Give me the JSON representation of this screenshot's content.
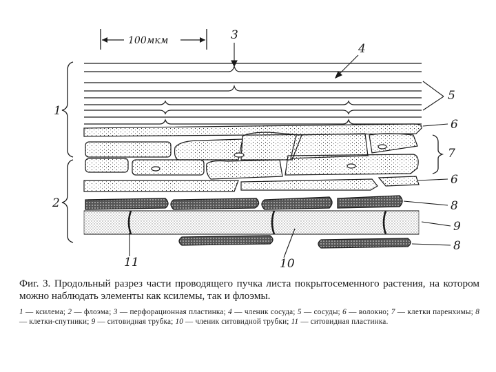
{
  "figure": {
    "scale_bar": "100мкм",
    "callouts": {
      "n1": "1",
      "n2": "2",
      "n3": "3",
      "n4": "4",
      "n5": "5",
      "n6a": "6",
      "n6b": "6",
      "n7": "7",
      "n8a": "8",
      "n8b": "8",
      "n9": "9",
      "n10": "10",
      "n11": "11"
    }
  },
  "caption": {
    "text": "Фиг. 3. Продольный разрез части проводящего пучка листа покрытосеменного растения, на котором можно наблюдать элементы как ксилемы, так и флоэмы."
  },
  "legend": {
    "items": [
      {
        "num": "1",
        "text": "ксилема;"
      },
      {
        "num": "2",
        "text": "флоэма;"
      },
      {
        "num": "3",
        "text": "перфорационная пластинка;"
      },
      {
        "num": "4",
        "text": "членик сосуда;"
      },
      {
        "num": "5",
        "text": "сосуды;"
      },
      {
        "num": "6",
        "text": "волокно;"
      },
      {
        "num": "7",
        "text": "клетки паренхимы;"
      },
      {
        "num": "8",
        "text": "клетки-спутники;"
      },
      {
        "num": "9",
        "text": "ситовидная трубка;"
      },
      {
        "num": "10",
        "text": "членик ситовидной трубки;"
      },
      {
        "num": "11",
        "text": "ситовидная пластинка."
      }
    ]
  }
}
